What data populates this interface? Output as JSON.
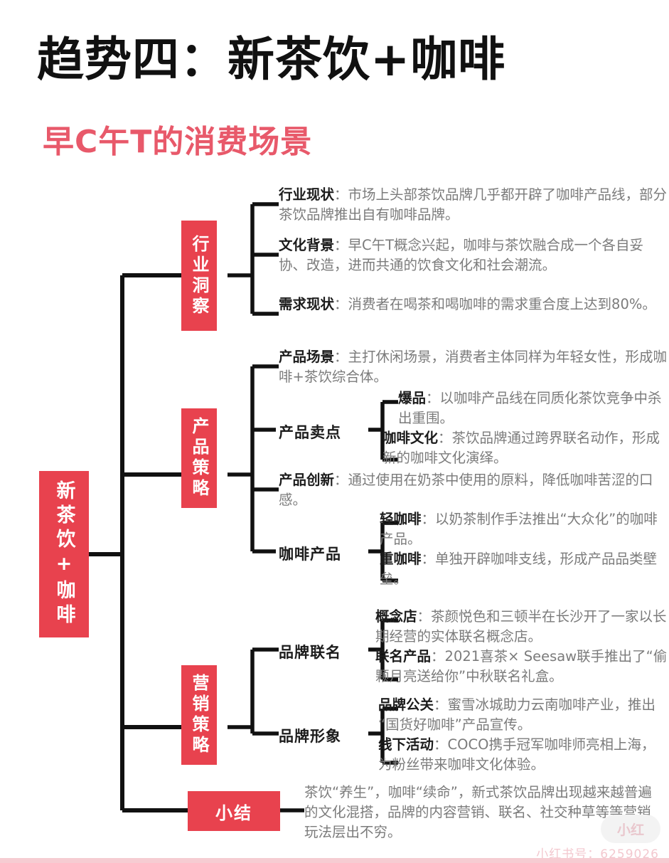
{
  "header": {
    "title": "趋势四：新茶饮+咖啡",
    "subtitle": "早C午T的消费场景"
  },
  "colors": {
    "brand_red": "#e8424e",
    "subtitle_red": "#e8596a",
    "body_gray": "#7b7b7b",
    "label_black": "#1c1c1c",
    "line_black": "#111111"
  },
  "mindmap": {
    "root": {
      "label": "新茶饮+咖啡"
    },
    "branches": [
      {
        "label": "行业洞察",
        "children": [
          {
            "label": "行业现状",
            "sep": "：",
            "text": "市场上头部茶饮品牌几乎都开辟了咖啡产品线，部分茶饮品牌推出自有咖啡品牌。"
          },
          {
            "label": "文化背景",
            "sep": "：",
            "text": "早C午T概念兴起，咖啡与茶饮融合成一个各自妥协、改造，进而共通的饮食文化和社会潮流。"
          },
          {
            "label": "需求现状",
            "sep": "：",
            "text": "消费者在喝茶和喝咖啡的需求重合度上达到80%。"
          }
        ]
      },
      {
        "label": "产品策略",
        "children": [
          {
            "label": "产品场景",
            "sep": "：",
            "text": "主打休闲场景，消费者主体同样为年轻女性，形成咖啡+茶饮综合体。"
          },
          {
            "label": "产品卖点",
            "grandchildren": [
              {
                "label": "爆品",
                "sep": "：",
                "text": "以咖啡产品线在同质化茶饮竞争中杀出重围。"
              },
              {
                "label": "咖啡文化",
                "sep": "：",
                "text": "茶饮品牌通过跨界联名动作，形成新的咖啡文化演绎。"
              }
            ]
          },
          {
            "label": "产品创新",
            "sep": "：",
            "text": "通过使用在奶茶中使用的原料，降低咖啡苦涩的口感。"
          },
          {
            "label": "咖啡产品",
            "grandchildren": [
              {
                "label": "轻咖啡",
                "sep": "：",
                "text": "以奶茶制作手法推出“大众化”的咖啡产品。"
              },
              {
                "label": "重咖啡",
                "sep": "：",
                "text": "单独开辟咖啡支线，形成产品品类壁垒。"
              }
            ]
          }
        ]
      },
      {
        "label": "营销策略",
        "children": [
          {
            "label": "品牌联名",
            "grandchildren": [
              {
                "label": "概念店",
                "sep": "：",
                "text": "茶颜悦色和三顿半在长沙开了一家以长期经营的实体联名概念店。"
              },
              {
                "label": "联名产品",
                "sep": "：",
                "text": "2021喜茶× Seesaw联手推出了“偷颗月亮送给你”中秋联名礼盒。"
              }
            ]
          },
          {
            "label": "品牌形象",
            "grandchildren": [
              {
                "label": "品牌公关",
                "sep": "：",
                "text": "蜜雪冰城助力云南咖啡产业，推出“国货好咖啡”产品宣传。"
              },
              {
                "label": "线下活动",
                "sep": "：",
                "text": "COCO携手冠军咖啡师亮相上海，为粉丝带来咖啡文化体验。"
              }
            ]
          }
        ]
      },
      {
        "label": "小结",
        "summary": "茶饮“养生”，咖啡“续命”，新式茶饮品牌出现越来越普遍的文化混搭，品牌的内容营销、联名、社交种草等等营销玩法层出不穷。"
      }
    ]
  },
  "watermark": {
    "pill": "小红",
    "footer": "小红书号：6259026"
  }
}
